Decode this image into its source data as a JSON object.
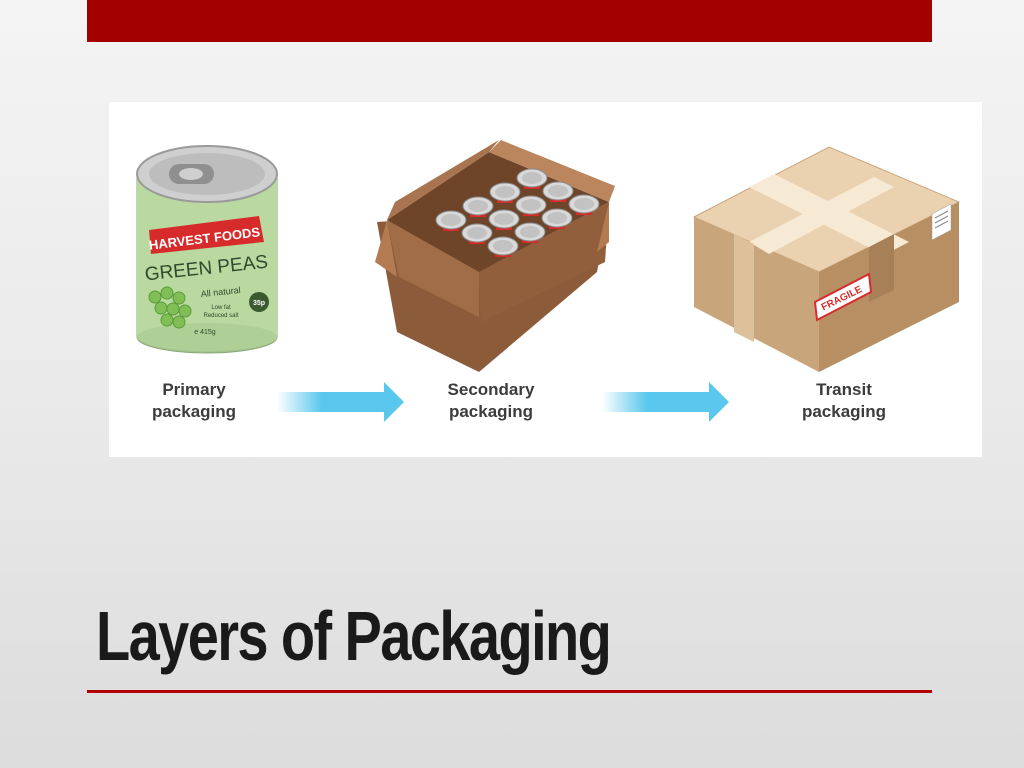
{
  "slide": {
    "title": "Layers of Packaging"
  },
  "diagram": {
    "stages": [
      {
        "line1": "Primary",
        "line2": "packaging"
      },
      {
        "line1": "Secondary",
        "line2": "packaging"
      },
      {
        "line1": "Transit",
        "line2": "packaging"
      }
    ],
    "can_label": {
      "brand": "HARVEST FOODS",
      "product": "GREEN PEAS",
      "tagline": "All natural",
      "note1": "Low fat",
      "note2": "Reduced salt",
      "price": "35p",
      "weight": "e 415g"
    },
    "box_sticker": "FRAGILE"
  },
  "colors": {
    "accent": "#a30000",
    "arrow": "#5ac8ec",
    "cardboard": "#c9a57c",
    "secondary_box": "#9a6a45",
    "can_label": "#b8d8a0"
  }
}
